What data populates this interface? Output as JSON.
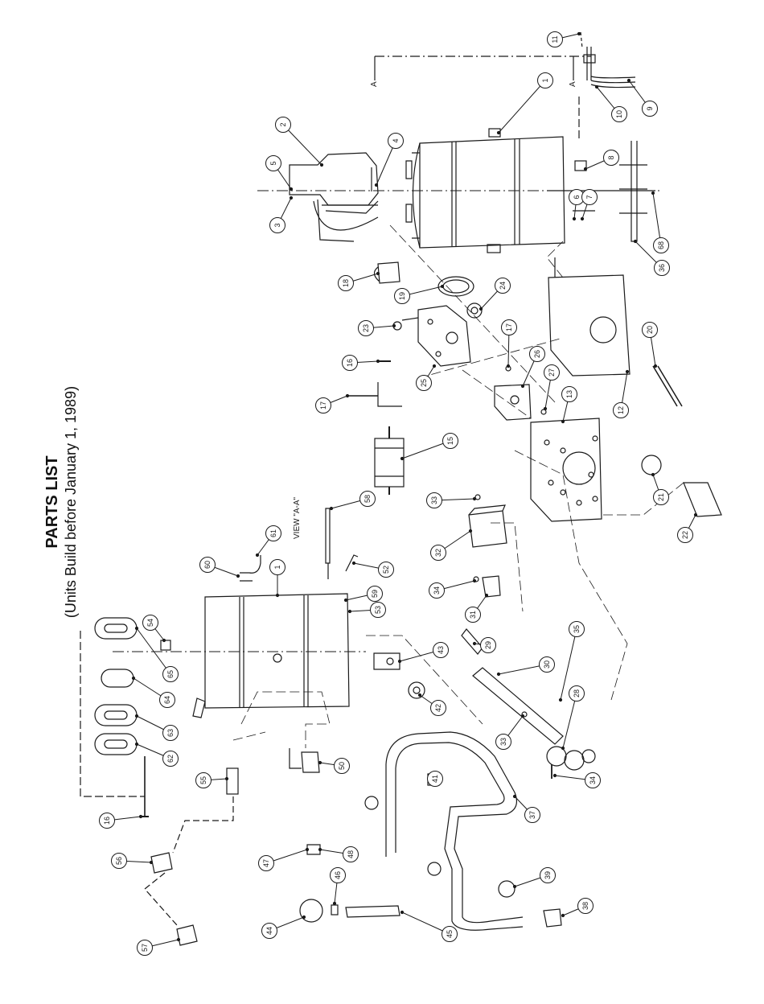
{
  "header": {
    "title": "PARTS LIST",
    "subtitle": "(Units Build before January 1, 1989)"
  },
  "view_label": "VIEW \"A-A\"",
  "section_marker": "A",
  "colors": {
    "ink": "#1a1a1a",
    "paper": "#ffffff",
    "gray": "#9a9a9a"
  },
  "callouts": [
    {
      "id": "c1a",
      "num": "1"
    },
    {
      "id": "c1b",
      "num": "1"
    },
    {
      "id": "c2",
      "num": "2"
    },
    {
      "id": "c3",
      "num": "3"
    },
    {
      "id": "c4",
      "num": "4"
    },
    {
      "id": "c5",
      "num": "5"
    },
    {
      "id": "c6",
      "num": "6"
    },
    {
      "id": "c7",
      "num": "7"
    },
    {
      "id": "c8",
      "num": "8"
    },
    {
      "id": "c9",
      "num": "9"
    },
    {
      "id": "c10",
      "num": "10"
    },
    {
      "id": "c11",
      "num": "11"
    },
    {
      "id": "c12",
      "num": "12"
    },
    {
      "id": "c13",
      "num": "13"
    },
    {
      "id": "c15",
      "num": "15"
    },
    {
      "id": "c16a",
      "num": "16"
    },
    {
      "id": "c16b",
      "num": "16"
    },
    {
      "id": "c17a",
      "num": "17"
    },
    {
      "id": "c17b",
      "num": "17"
    },
    {
      "id": "c18",
      "num": "18"
    },
    {
      "id": "c19",
      "num": "19"
    },
    {
      "id": "c20",
      "num": "20"
    },
    {
      "id": "c21",
      "num": "21"
    },
    {
      "id": "c22",
      "num": "22"
    },
    {
      "id": "c23",
      "num": "23"
    },
    {
      "id": "c24",
      "num": "24"
    },
    {
      "id": "c25",
      "num": "25"
    },
    {
      "id": "c26",
      "num": "26"
    },
    {
      "id": "c27",
      "num": "27"
    },
    {
      "id": "c28",
      "num": "28"
    },
    {
      "id": "c29",
      "num": "29"
    },
    {
      "id": "c30",
      "num": "30"
    },
    {
      "id": "c31",
      "num": "31"
    },
    {
      "id": "c32",
      "num": "32"
    },
    {
      "id": "c33a",
      "num": "33"
    },
    {
      "id": "c33b",
      "num": "33"
    },
    {
      "id": "c34a",
      "num": "34"
    },
    {
      "id": "c34b",
      "num": "34"
    },
    {
      "id": "c35",
      "num": "35"
    },
    {
      "id": "c36",
      "num": "36"
    },
    {
      "id": "c37",
      "num": "37"
    },
    {
      "id": "c38",
      "num": "38"
    },
    {
      "id": "c39",
      "num": "39"
    },
    {
      "id": "c41",
      "num": "41"
    },
    {
      "id": "c42",
      "num": "42"
    },
    {
      "id": "c43",
      "num": "43"
    },
    {
      "id": "c44",
      "num": "44"
    },
    {
      "id": "c45",
      "num": "45"
    },
    {
      "id": "c46",
      "num": "46"
    },
    {
      "id": "c47",
      "num": "47"
    },
    {
      "id": "c48",
      "num": "48"
    },
    {
      "id": "c50",
      "num": "50"
    },
    {
      "id": "c52",
      "num": "52"
    },
    {
      "id": "c53",
      "num": "53"
    },
    {
      "id": "c54",
      "num": "54"
    },
    {
      "id": "c55",
      "num": "55"
    },
    {
      "id": "c56",
      "num": "56"
    },
    {
      "id": "c57",
      "num": "57"
    },
    {
      "id": "c58",
      "num": "58"
    },
    {
      "id": "c59",
      "num": "59"
    },
    {
      "id": "c60",
      "num": "60"
    },
    {
      "id": "c61",
      "num": "61"
    },
    {
      "id": "c62",
      "num": "62"
    },
    {
      "id": "c63",
      "num": "63"
    },
    {
      "id": "c64",
      "num": "64"
    },
    {
      "id": "c65",
      "num": "65"
    },
    {
      "id": "c68",
      "num": "68"
    }
  ]
}
